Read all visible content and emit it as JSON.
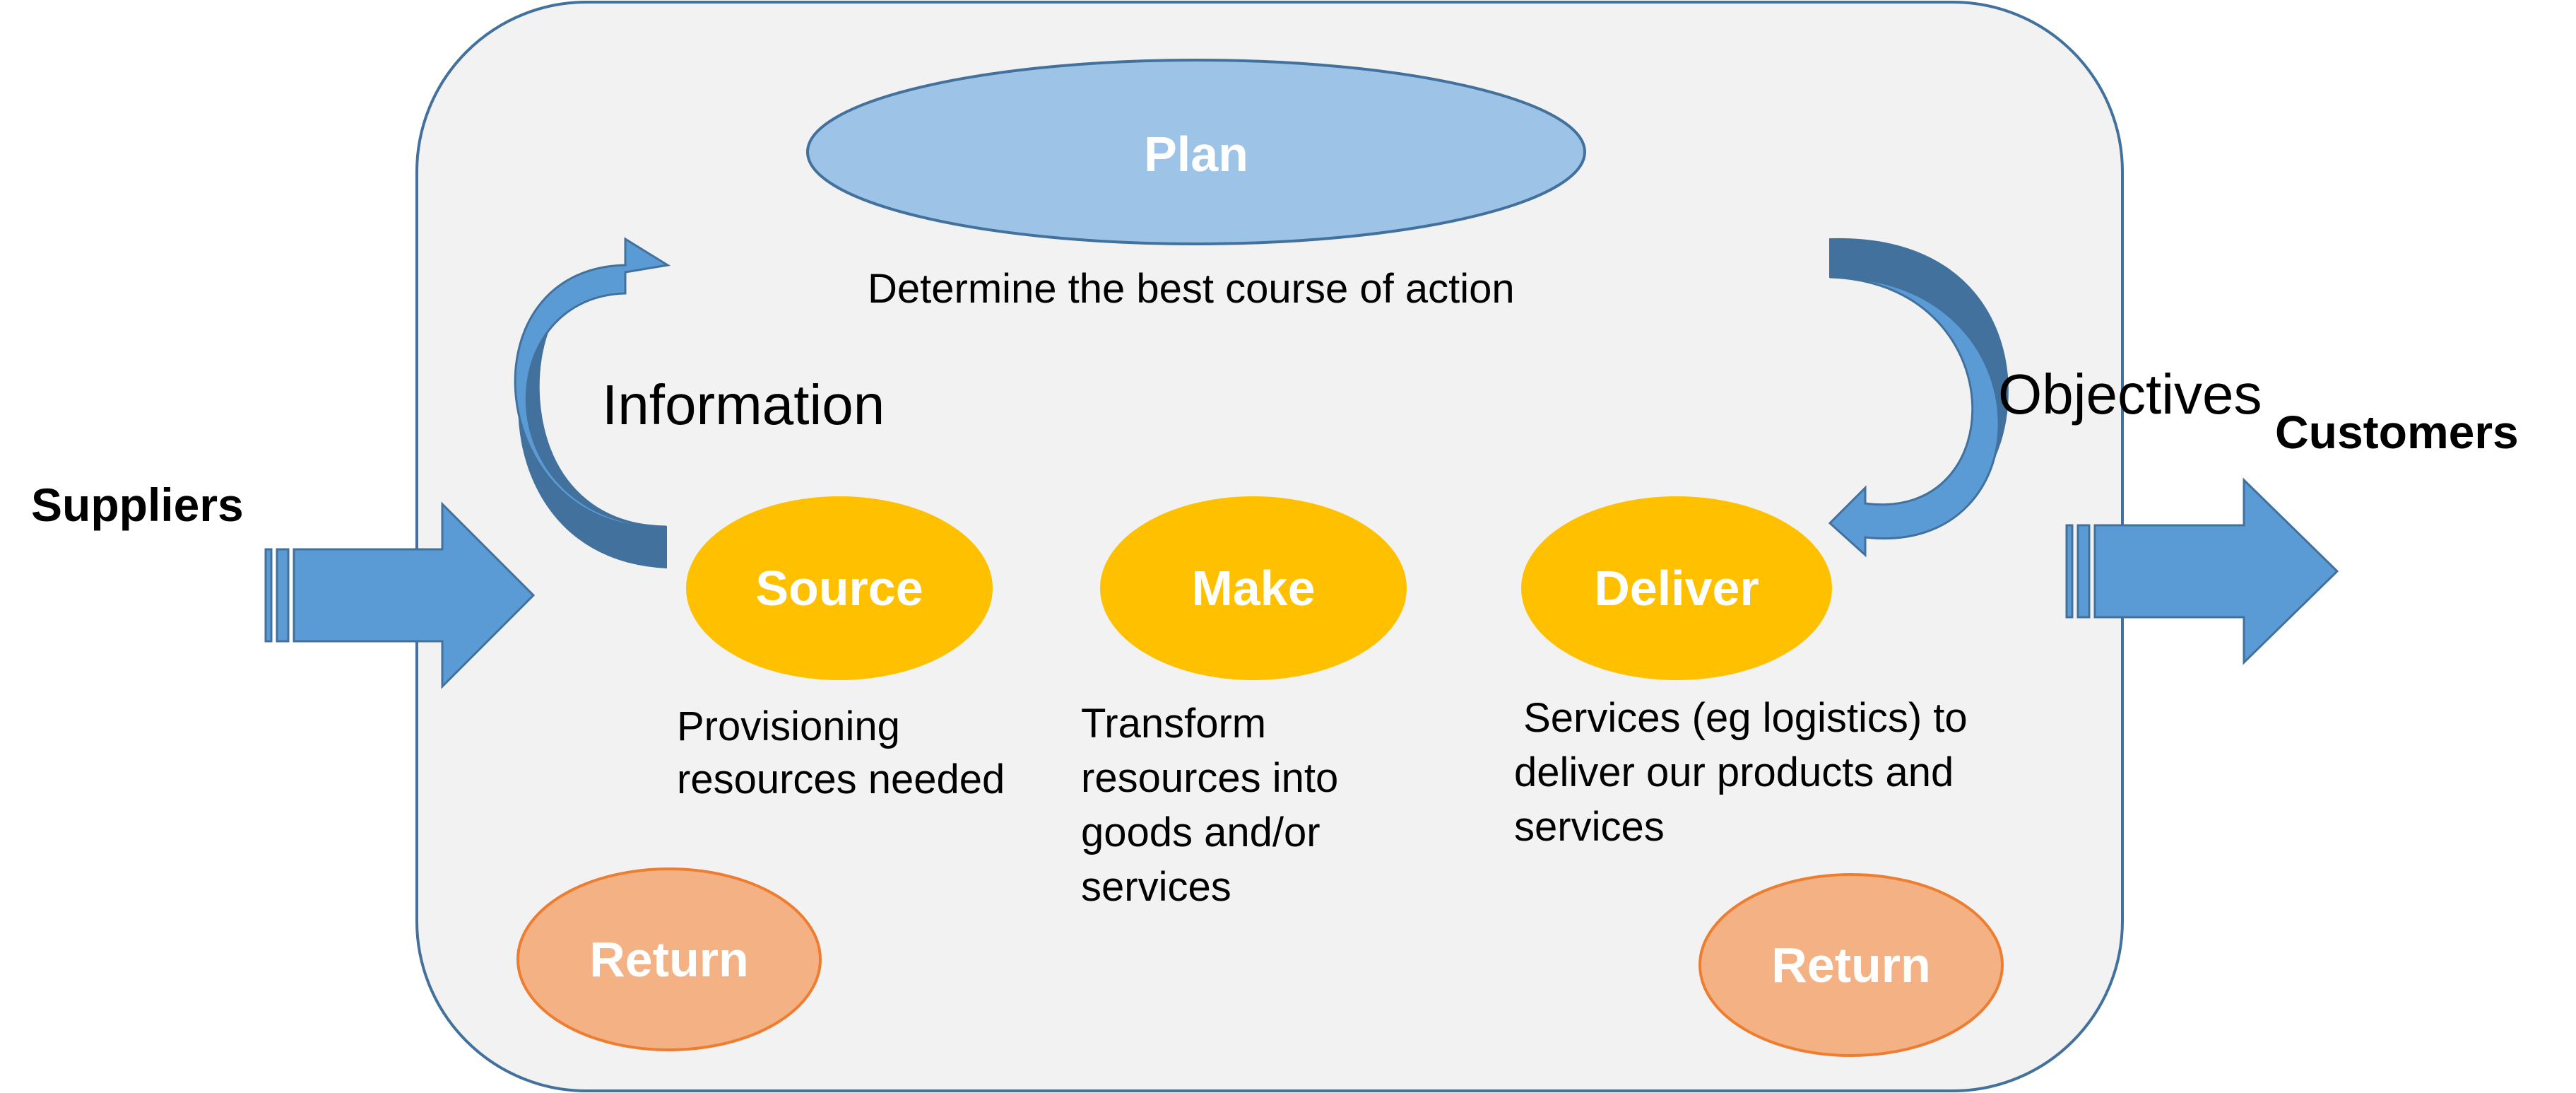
{
  "colors": {
    "frame_fill": "#f2f2f2",
    "frame_stroke": "#41719c",
    "plan_fill": "#9dc3e6",
    "plan_stroke": "#41719c",
    "process_fill": "#ffc000",
    "return_fill": "#f4b183",
    "return_stroke": "#ed7d31",
    "arrow_fill": "#5b9bd5",
    "arrow_dark": "#41719c"
  },
  "nodes": {
    "plan": "Plan",
    "source": "Source",
    "make": "Make",
    "deliver": "Deliver",
    "return_left": "Return",
    "return_right": "Return"
  },
  "descriptions": {
    "plan": "Determine the best course of action",
    "source": [
      "Provisioning",
      "resources needed"
    ],
    "make": [
      "Transform",
      "resources into",
      "goods and/or",
      "services"
    ],
    "deliver": [
      " Services (eg logistics) to",
      "deliver our products and",
      "services"
    ]
  },
  "flows": {
    "information": "Information",
    "objectives": "Objectives"
  },
  "actors": {
    "suppliers": "Suppliers",
    "customers": "Customers"
  }
}
